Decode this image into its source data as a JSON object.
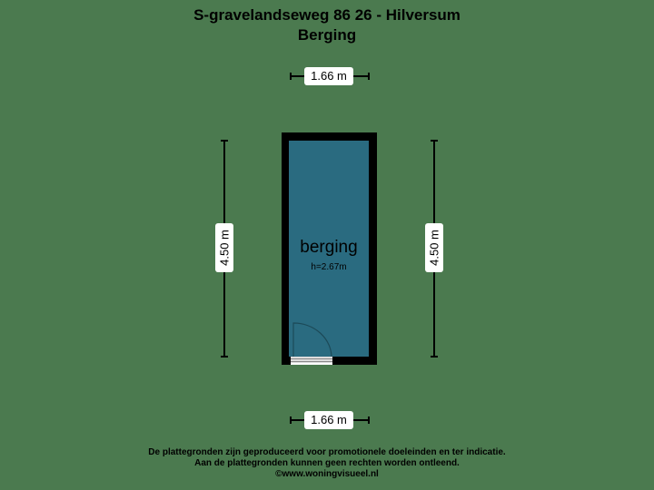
{
  "header": {
    "address": "S-gravelandseweg 86 26 - Hilversum",
    "floor": "Berging"
  },
  "plan": {
    "room": {
      "name": "berging",
      "height": "h=2.67m"
    },
    "dimensions": {
      "top_width": "1.66 m",
      "bottom_width": "1.66 m",
      "left_length": "4.50 m",
      "right_length": "4.50 m"
    },
    "colors": {
      "background": "#4b7a4f",
      "room_fill": "#2a6b80",
      "wall": "#000000"
    }
  },
  "footer": {
    "line1": "De plattegronden zijn geproduceerd voor promotionele doeleinden en ter indicatie.",
    "line2": "Aan de plattegronden kunnen geen rechten worden ontleend.",
    "line3": "©www.woningvisueel.nl"
  }
}
